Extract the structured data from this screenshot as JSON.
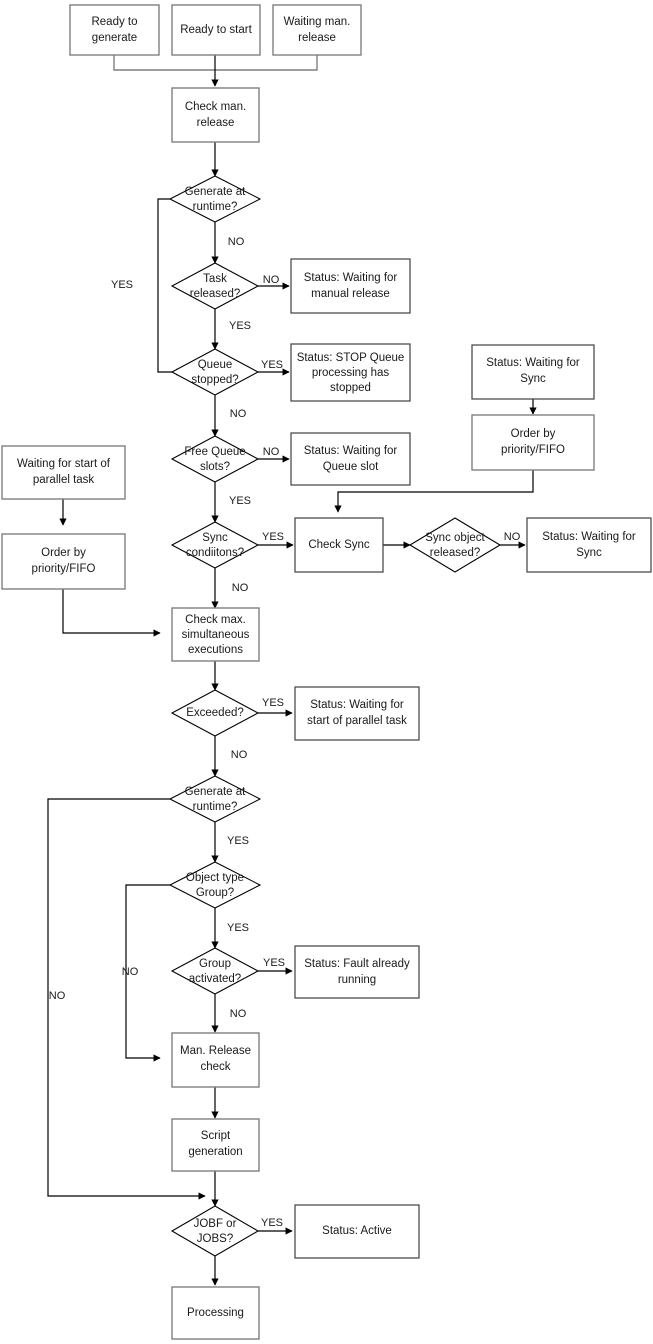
{
  "diagram": {
    "title": "Task processing flowchart",
    "colors": {
      "box_stroke": "#7f7f7f",
      "box_stroke_dark": "#3f3f3f",
      "diamond_stroke": "#000000",
      "line": "#000000",
      "text": "#1a1a1a",
      "background": "#ffffff"
    },
    "nodes": [
      {
        "id": "ready_to_generate",
        "type": "box",
        "lines": [
          "Ready to",
          "generate"
        ]
      },
      {
        "id": "ready_to_start",
        "type": "box",
        "lines": [
          "Ready to start"
        ]
      },
      {
        "id": "waiting_man_release",
        "type": "box",
        "lines": [
          "Waiting man.",
          "release"
        ]
      },
      {
        "id": "check_man_release",
        "type": "box",
        "lines": [
          "Check man.",
          "release"
        ]
      },
      {
        "id": "generate_runtime_1",
        "type": "diamond",
        "lines": [
          "Generate at",
          "runtime?"
        ]
      },
      {
        "id": "task_released",
        "type": "diamond",
        "lines": [
          "Task",
          "released?"
        ]
      },
      {
        "id": "status_wait_manual",
        "type": "box",
        "lines": [
          "Status: Waiting for",
          "manual release"
        ]
      },
      {
        "id": "queue_stopped",
        "type": "diamond",
        "lines": [
          "Queue",
          "stopped?"
        ]
      },
      {
        "id": "status_stop_queue",
        "type": "box",
        "lines": [
          "Status: STOP Queue",
          "processing has",
          "stopped"
        ]
      },
      {
        "id": "free_queue_slots",
        "type": "diamond",
        "lines": [
          "Free Queue",
          "slots?"
        ]
      },
      {
        "id": "status_wait_slot",
        "type": "box",
        "lines": [
          "Status: Waiting for",
          "Queue slot"
        ]
      },
      {
        "id": "status_wait_sync_1",
        "type": "box",
        "lines": [
          "Status: Waiting for",
          "Sync"
        ]
      },
      {
        "id": "order_priority_1",
        "type": "box",
        "lines": [
          "Order by",
          "priority/FIFO"
        ]
      },
      {
        "id": "waiting_parallel",
        "type": "box",
        "lines": [
          "Waiting for start of",
          "parallel task"
        ]
      },
      {
        "id": "order_priority_2",
        "type": "box",
        "lines": [
          "Order by",
          "priority/FIFO"
        ]
      },
      {
        "id": "sync_conditions",
        "type": "diamond",
        "lines": [
          "Sync",
          "condiitons?"
        ]
      },
      {
        "id": "check_sync",
        "type": "box",
        "lines": [
          "Check Sync"
        ]
      },
      {
        "id": "sync_object_released",
        "type": "diamond",
        "lines": [
          "Sync object",
          "released?"
        ]
      },
      {
        "id": "status_wait_sync_2",
        "type": "box",
        "lines": [
          "Status: Waiting for",
          "Sync"
        ]
      },
      {
        "id": "check_max_simul",
        "type": "box",
        "lines": [
          "Check max.",
          "simultaneous",
          "executions"
        ]
      },
      {
        "id": "exceeded",
        "type": "diamond",
        "lines": [
          "Exceeded?"
        ]
      },
      {
        "id": "status_wait_parallel",
        "type": "box",
        "lines": [
          "Status: Waiting for",
          "start of parallel task"
        ]
      },
      {
        "id": "generate_runtime_2",
        "type": "diamond",
        "lines": [
          "Generate at",
          "runtime?"
        ]
      },
      {
        "id": "object_type_group",
        "type": "diamond",
        "lines": [
          "Object type",
          "Group?"
        ]
      },
      {
        "id": "group_activated",
        "type": "diamond",
        "lines": [
          "Group",
          "activated?"
        ]
      },
      {
        "id": "status_fault_running",
        "type": "box",
        "lines": [
          "Status: Fault already",
          "running"
        ]
      },
      {
        "id": "man_release_check",
        "type": "box",
        "lines": [
          "Man. Release",
          "check"
        ]
      },
      {
        "id": "script_generation",
        "type": "box",
        "lines": [
          "Script",
          "generation"
        ]
      },
      {
        "id": "jobf_or_jobs",
        "type": "diamond",
        "lines": [
          "JOBF or",
          "JOBS?"
        ]
      },
      {
        "id": "status_active",
        "type": "box",
        "lines": [
          "Status: Active"
        ]
      },
      {
        "id": "processing",
        "type": "box",
        "lines": [
          "Processing"
        ]
      }
    ],
    "edge_labels": [
      {
        "id": "lbl_yes_left_top",
        "text": "YES"
      },
      {
        "id": "lbl_no_gen1",
        "text": "NO"
      },
      {
        "id": "lbl_no_task_released",
        "text": "NO"
      },
      {
        "id": "lbl_yes_task_released",
        "text": "YES"
      },
      {
        "id": "lbl_yes_queue_stopped",
        "text": "YES"
      },
      {
        "id": "lbl_no_queue_stopped",
        "text": "NO"
      },
      {
        "id": "lbl_no_free_slots",
        "text": "NO"
      },
      {
        "id": "lbl_yes_free_slots",
        "text": "YES"
      },
      {
        "id": "lbl_yes_sync_cond",
        "text": "YES"
      },
      {
        "id": "lbl_no_sync_cond",
        "text": "NO"
      },
      {
        "id": "lbl_no_sync_obj",
        "text": "NO"
      },
      {
        "id": "lbl_yes_exceeded",
        "text": "YES"
      },
      {
        "id": "lbl_no_exceeded",
        "text": "NO"
      },
      {
        "id": "lbl_yes_gen2",
        "text": "YES"
      },
      {
        "id": "lbl_no_gen2",
        "text": "NO"
      },
      {
        "id": "lbl_yes_obj_group",
        "text": "YES"
      },
      {
        "id": "lbl_no_obj_group",
        "text": "NO"
      },
      {
        "id": "lbl_yes_group_act",
        "text": "YES"
      },
      {
        "id": "lbl_no_group_act",
        "text": "NO"
      },
      {
        "id": "lbl_yes_jobf",
        "text": "YES"
      }
    ]
  }
}
